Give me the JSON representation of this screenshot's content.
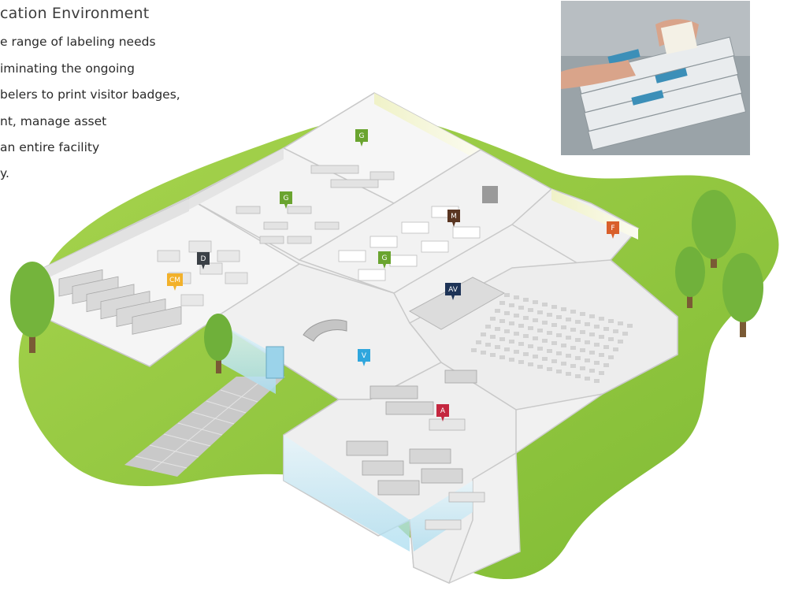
{
  "heading": "cation Environment",
  "body_lines": [
    "e range of labeling needs",
    "iminating the ongoing",
    "belers to print visitor badges,",
    "nt, manage asset",
    "an entire facility",
    "y."
  ],
  "photo": {
    "subject": "hand-filing-folder-tabs"
  },
  "markers": [
    {
      "id": "G1",
      "label": "G",
      "color": "#6aa42f"
    },
    {
      "id": "G2",
      "label": "G",
      "color": "#6aa42f"
    },
    {
      "id": "M",
      "label": "M",
      "color": "#5a3622"
    },
    {
      "id": "F",
      "label": "F",
      "color": "#d9602b"
    },
    {
      "id": "D",
      "label": "D",
      "color": "#3a4046"
    },
    {
      "id": "CM",
      "label": "CM",
      "color": "#f2b12b"
    },
    {
      "id": "G3",
      "label": "G",
      "color": "#6aa42f"
    },
    {
      "id": "AV",
      "label": "AV",
      "color": "#1e3457"
    },
    {
      "id": "V",
      "label": "V",
      "color": "#2fa6dd"
    },
    {
      "id": "A",
      "label": "A",
      "color": "#c4273f"
    }
  ],
  "colors": {
    "grass": "#8fc740",
    "grass_dark": "#79b12e",
    "wall": "#e6e6e6",
    "floor": "#f4f4f4",
    "glass": "#bfe3f2"
  }
}
